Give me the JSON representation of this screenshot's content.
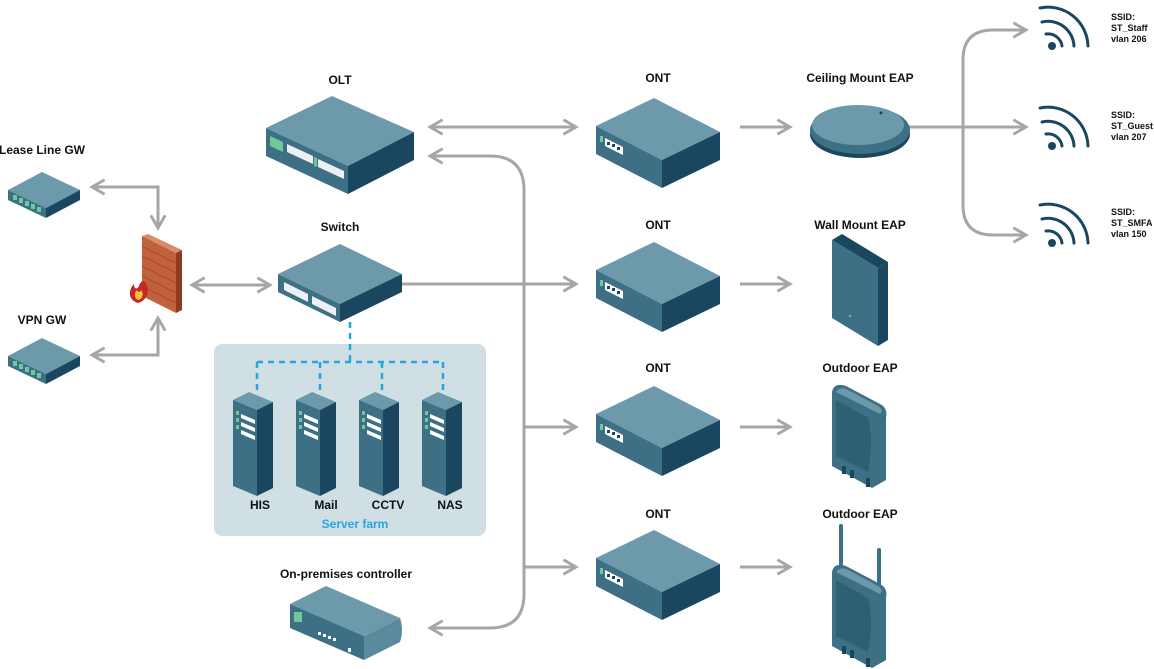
{
  "diagram": {
    "nodes": {
      "lease_line_gw": "Lease Line GW",
      "vpn_gw": "VPN GW",
      "olt": "OLT",
      "switch": "Switch",
      "on_prem_controller": "On-premises controller",
      "ont_1": "ONT",
      "ont_2": "ONT",
      "ont_3": "ONT",
      "ont_4": "ONT",
      "ceiling_eap": "Ceiling Mount EAP",
      "wall_eap": "Wall Mount EAP",
      "outdoor_eap_1": "Outdoor EAP",
      "outdoor_eap_2": "Outdoor EAP"
    },
    "server_farm": {
      "label": "Server farm",
      "servers": [
        "HIS",
        "Mail",
        "CCTV",
        "NAS"
      ]
    },
    "ssids": [
      {
        "title": "SSID:",
        "name": "ST_Staff",
        "vlan": "vlan 206"
      },
      {
        "title": "SSID:",
        "name": "ST_Guest",
        "vlan": "vlan 207"
      },
      {
        "title": "SSID:",
        "name": "ST_SMFA",
        "vlan": "vlan 150"
      }
    ],
    "colors": {
      "device_top": "#6d9aaa",
      "device_front": "#3d6f85",
      "device_side": "#1a4660",
      "arrow": "#a6a6a6",
      "dashed_link": "#2aa3e0",
      "farm_bg": "#cfdfe4",
      "wifi": "#1a4660",
      "firewall": "#c0603c"
    }
  }
}
